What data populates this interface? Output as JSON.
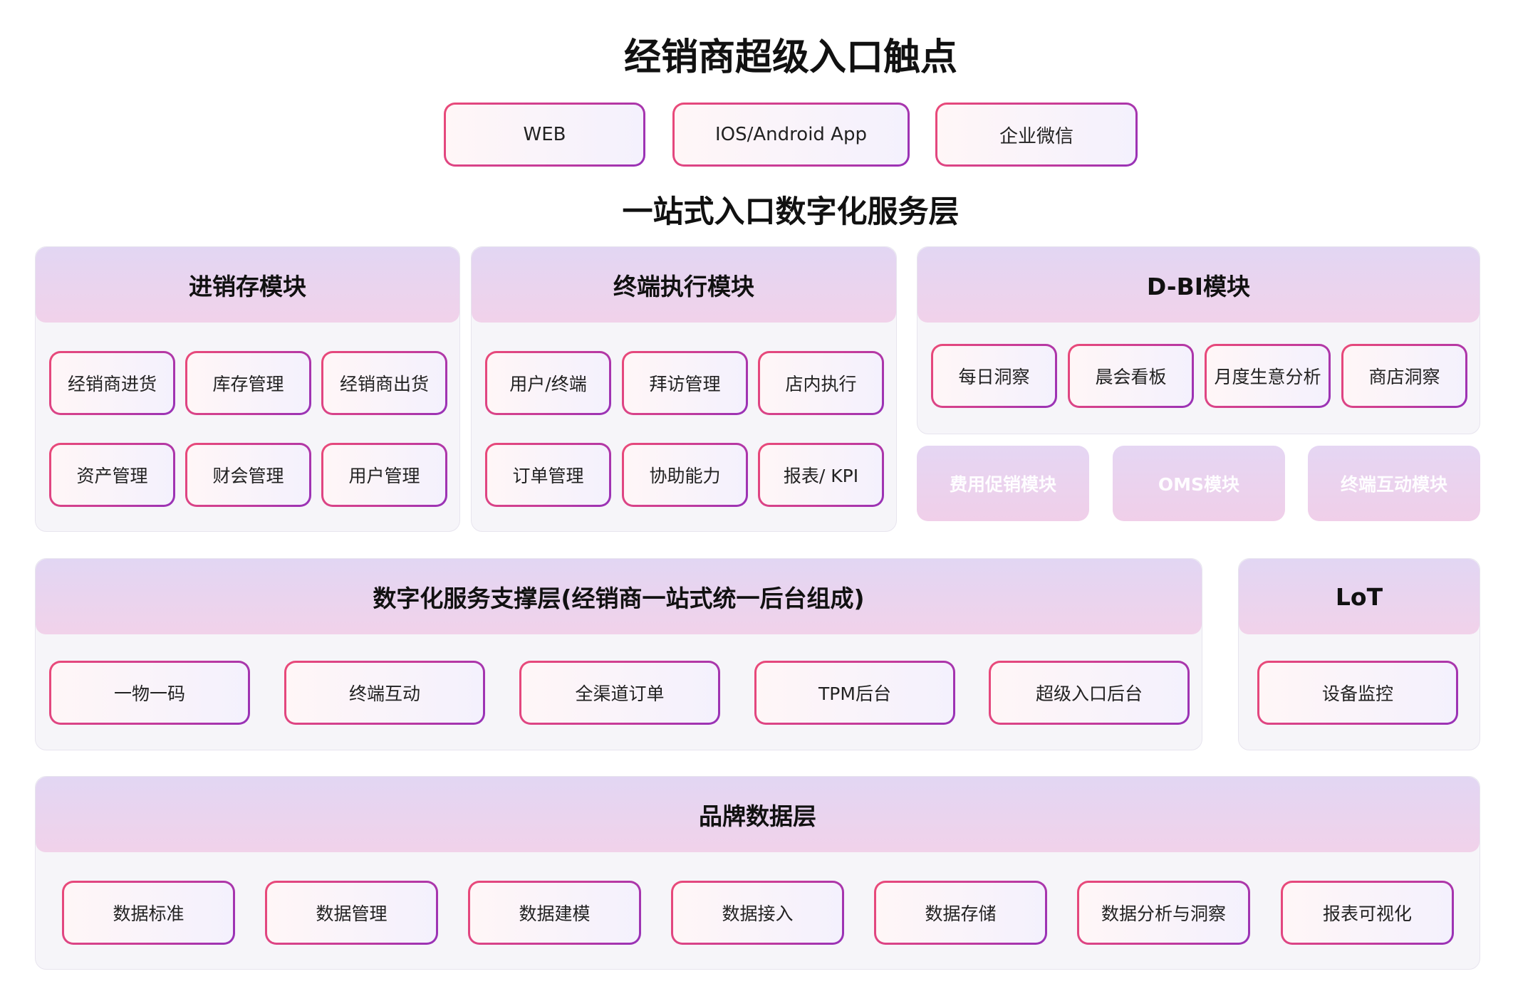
{
  "title": "经销商超级入口触点",
  "entry_points": [
    "WEB",
    "IOS/Android App",
    "企业微信"
  ],
  "subtitle": "一站式入口数字化服务层",
  "modules": {
    "jxc": {
      "title": "进销存模块",
      "items": [
        "经销商进货",
        "库存管理",
        "经销商出货",
        "资产管理",
        "财会管理",
        "用户管理"
      ]
    },
    "terminal": {
      "title": "终端执行模块",
      "items": [
        "用户/终端",
        "拜访管理",
        "店内执行",
        "订单管理",
        "协助能力",
        "报表/ KPI"
      ]
    },
    "dbi": {
      "title": "D-BI模块",
      "items": [
        "每日洞察",
        "晨会看板",
        "月度生意分析",
        "商店洞察"
      ]
    },
    "extra": [
      "费用促销模块",
      "OMS模块",
      "终端互动模块"
    ]
  },
  "support_layer": {
    "title": "数字化服务支撑层(经销商一站式统一后台组成)",
    "items": [
      "一物一码",
      "终端互动",
      "全渠道订单",
      "TPM后台",
      "超级入口后台"
    ]
  },
  "iot": {
    "title": "LoT",
    "items": [
      "设备监控"
    ]
  },
  "brand_data_layer": {
    "title": "品牌数据层",
    "items": [
      "数据标准",
      "数据管理",
      "数据建模",
      "数据接入",
      "数据存储",
      "数据分析与洞察",
      "报表可视化"
    ]
  },
  "colors": {
    "border_gradient_start": "#ea4a78",
    "border_gradient_end": "#9732b8",
    "header_gradient_top": "#e2d6f3",
    "header_gradient_bottom": "#f1d2ea",
    "panel_background": "#f6f5f9"
  }
}
